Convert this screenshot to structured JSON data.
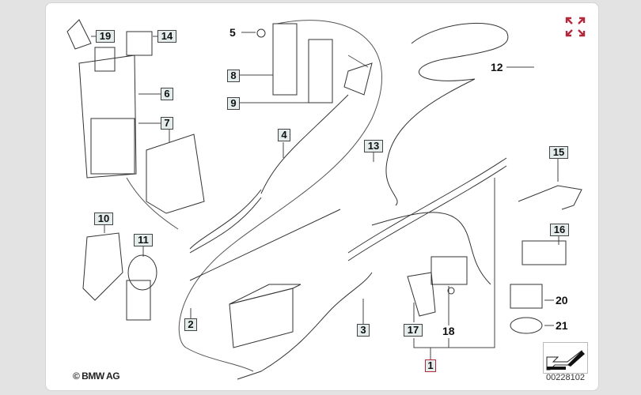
{
  "diagram": {
    "title": "BMW parts exploded diagram - battery cable and fuse box",
    "copyright": "© BMW AG",
    "image_code": "00228102",
    "expand_icon": "expand-arrows-icon",
    "nav_icon": "arrow-down-left-icon",
    "accent_color": "#b4283c",
    "callouts_boxed": [
      {
        "id": "c19",
        "text": "19"
      },
      {
        "id": "c14",
        "text": "14"
      },
      {
        "id": "c6",
        "text": "6"
      },
      {
        "id": "c7",
        "text": "7"
      },
      {
        "id": "c8",
        "text": "8"
      },
      {
        "id": "c9",
        "text": "9"
      },
      {
        "id": "c4",
        "text": "4"
      },
      {
        "id": "c13",
        "text": "13"
      },
      {
        "id": "c15",
        "text": "15"
      },
      {
        "id": "c16",
        "text": "16"
      },
      {
        "id": "c10",
        "text": "10"
      },
      {
        "id": "c11",
        "text": "11"
      },
      {
        "id": "c2",
        "text": "2"
      },
      {
        "id": "c3",
        "text": "3"
      },
      {
        "id": "c17",
        "text": "17"
      },
      {
        "id": "c1",
        "text": "1",
        "highlighted": true
      }
    ],
    "callouts_plain": [
      {
        "id": "c5",
        "text": "5"
      },
      {
        "id": "c12",
        "text": "12"
      },
      {
        "id": "c18",
        "text": "18"
      },
      {
        "id": "c20",
        "text": "20"
      },
      {
        "id": "c21",
        "text": "21"
      }
    ]
  }
}
